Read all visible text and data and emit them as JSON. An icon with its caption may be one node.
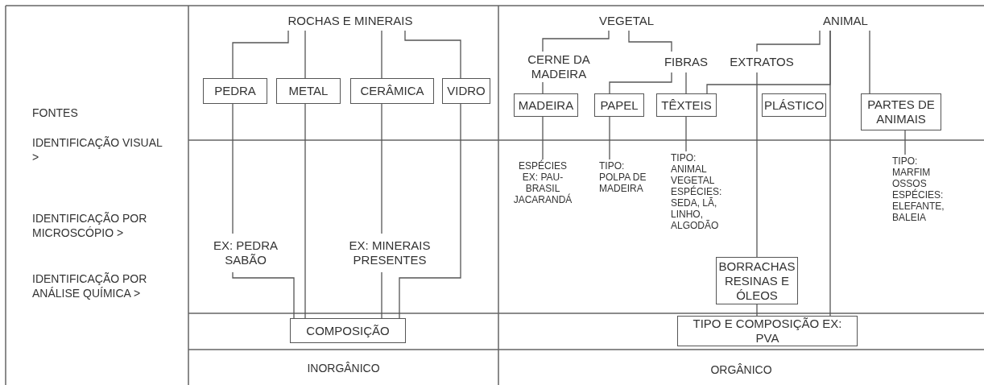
{
  "diagram": {
    "nodes": [
      {
        "text": [
          "ROCHAS E MINERAIS"
        ]
      },
      {
        "text": [
          "PEDRA"
        ]
      },
      {
        "text": [
          "METAL"
        ]
      },
      {
        "text": [
          "CERÂMICA"
        ]
      },
      {
        "text": [
          "VIDRO"
        ]
      },
      {
        "text": [
          "EX: PEDRA SABÃO"
        ]
      },
      {
        "text": [
          "EX: MINERAIS PRESENTES"
        ]
      },
      {
        "text": [
          "COMPOSIÇÃO"
        ]
      },
      {
        "text": [
          "VEGETAL"
        ]
      },
      {
        "text": [
          "ANIMAL"
        ]
      },
      {
        "text": [
          "CERNE DA MADEIRA"
        ]
      },
      {
        "text": [
          "FIBRAS"
        ]
      },
      {
        "text": [
          "EXTRATOS"
        ]
      },
      {
        "text": [
          "MADEIRA"
        ]
      },
      {
        "text": [
          "PAPEL"
        ]
      },
      {
        "text": [
          "TÊXTEIS"
        ]
      },
      {
        "text": [
          "PLÁSTICO"
        ]
      },
      {
        "text": [
          "PARTES DE ANIMAIS"
        ]
      },
      {
        "text": [
          "ESPÉCIES EX: PAU-BRASIL JACARANDÁ"
        ]
      },
      {
        "text": [
          "TIPO: POLPA DE MADEIRA"
        ]
      },
      {
        "text": [
          "TIPO: ANIMAL VEGETAL ESPÉCIES: SEDA, LÃ, LINHO, ALGODÃO"
        ]
      },
      {
        "text": [
          "TIPO: MARFIM OSSOS ESPÉCIES: ELEFANTE, BALEIA"
        ]
      },
      {
        "text": [
          "BORRACHAS RESINAS E ÓLEOS"
        ]
      },
      {
        "text": [
          "TIPO E COMPOSIÇÃO EX: PVA"
        ]
      }
    ],
    "edges": [
      {
        "from": 0,
        "to": 1,
        "arrow": "none"
      },
      {
        "from": 0,
        "to": 2,
        "arrow": "none"
      },
      {
        "from": 0,
        "to": 3,
        "arrow": "none"
      },
      {
        "from": 0,
        "to": 4,
        "arrow": "none"
      },
      {
        "from": 1,
        "to": 5,
        "arrow": "none"
      },
      {
        "from": 3,
        "to": 6,
        "arrow": "none"
      },
      {
        "from": 2,
        "to": 7,
        "arrow": "none"
      },
      {
        "from": 5,
        "to": 7,
        "arrow": "none"
      },
      {
        "from": 6,
        "to": 7,
        "arrow": "none"
      },
      {
        "from": 4,
        "to": 7,
        "arrow": "none"
      },
      {
        "from": 8,
        "to": 10,
        "arrow": "none"
      },
      {
        "from": 8,
        "to": 11,
        "arrow": "none"
      },
      {
        "from": 9,
        "to": 12,
        "arrow": "none"
      },
      {
        "from": 9,
        "to": 15,
        "arrow": "none"
      },
      {
        "from": 9,
        "to": 17,
        "arrow": "none"
      },
      {
        "from": 9,
        "to": 23,
        "arrow": "none"
      },
      {
        "from": 10,
        "to": 13,
        "arrow": "none"
      },
      {
        "from": 11,
        "to": 14,
        "arrow": "none"
      },
      {
        "from": 11,
        "to": 15,
        "arrow": "none"
      },
      {
        "from": 12,
        "to": 22,
        "arrow": "none"
      },
      {
        "from": 22,
        "to": 23,
        "arrow": "none"
      },
      {
        "from": 13,
        "to": 18,
        "arrow": "none"
      },
      {
        "from": 14,
        "to": 19,
        "arrow": "none"
      },
      {
        "from": 15,
        "to": 20,
        "arrow": "none"
      },
      {
        "from": 17,
        "to": 21,
        "arrow": "none"
      }
    ],
    "labels": [
      "FONTES",
      "IDENTIFICAÇÃO VISUAL >",
      "IDENTIFICAÇÃO POR MICROSCÓPIO >",
      "IDENTIFICAÇÃO POR ANÁLISE QUÍMICA >",
      "INORGÂNICO",
      "ORGÂNICO"
    ]
  }
}
